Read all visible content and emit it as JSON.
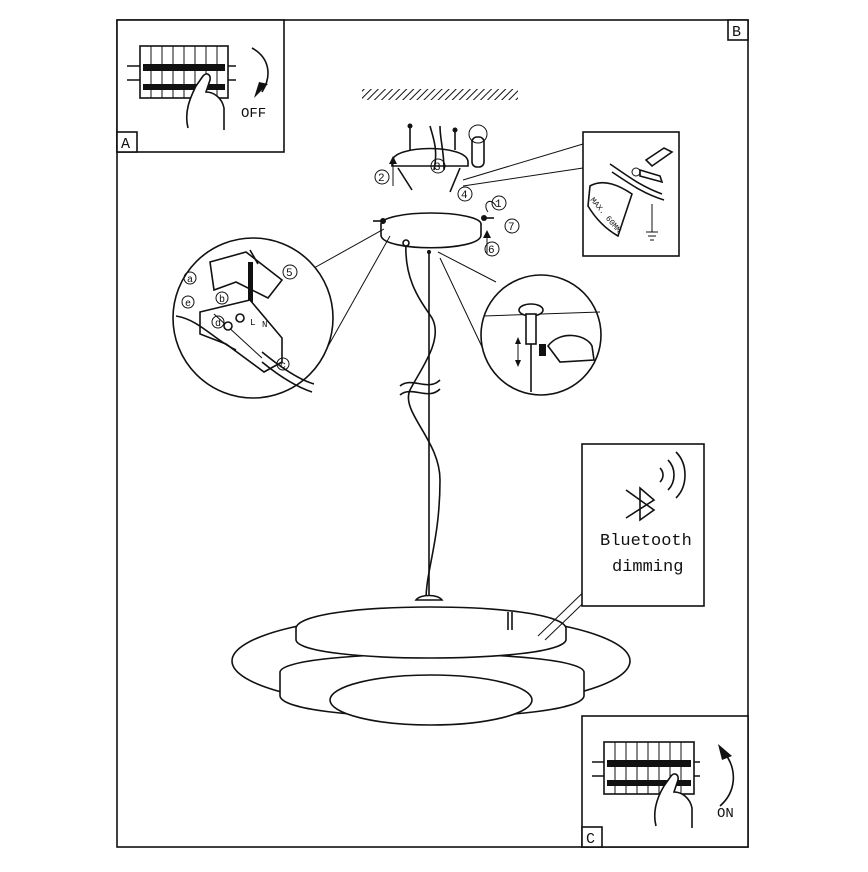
{
  "panels": {
    "a": {
      "letter": "A",
      "switch_label": "OFF"
    },
    "b": {
      "letter": "B"
    },
    "c": {
      "letter": "C",
      "switch_label": "ON"
    }
  },
  "steps": {
    "s1": "1",
    "s2": "2",
    "s3": "3",
    "s4": "4",
    "s5": "5",
    "s6": "6",
    "s7": "7"
  },
  "wires": {
    "a": "a",
    "b": "b",
    "c": "c",
    "d": "d",
    "e": "e",
    "l": "L",
    "n": "N"
  },
  "wire_callout": {
    "cable_text": "MAX. 60MM"
  },
  "bluetooth": {
    "line1": "Bluetooth",
    "line2": "dimming"
  }
}
